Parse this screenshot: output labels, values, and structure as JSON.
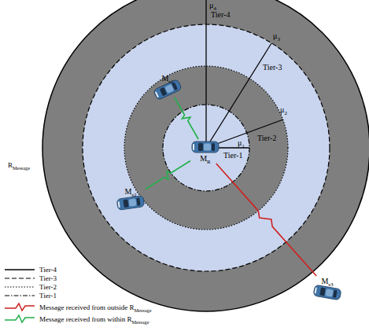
{
  "diagram": {
    "nodes": [
      {
        "text": [
          "MR"
        ]
      },
      {
        "text": [
          "Ms1"
        ]
      },
      {
        "text": [
          "Ms2"
        ]
      },
      {
        "text": [
          "Ms3"
        ]
      }
    ],
    "edges": [
      {
        "from": 1,
        "to": 0,
        "arrow": "none"
      },
      {
        "from": 2,
        "to": 0,
        "arrow": "none"
      },
      {
        "from": 0,
        "to": 3,
        "arrow": "none"
      }
    ],
    "labels": [
      "μ4",
      "Tier-4",
      "μ3",
      "Tier-3",
      "μ2",
      "Tier-2",
      "μ1",
      "Tier-1",
      "RMessage"
    ],
    "legend": [
      {
        "text": "Tier-4"
      },
      {
        "text": "Tier-3"
      },
      {
        "text": "Tier-2"
      },
      {
        "text": "Tier-1"
      },
      {
        "text": "Message received from outside RMessage"
      },
      {
        "text": "Message received from within RMessage"
      }
    ]
  }
}
